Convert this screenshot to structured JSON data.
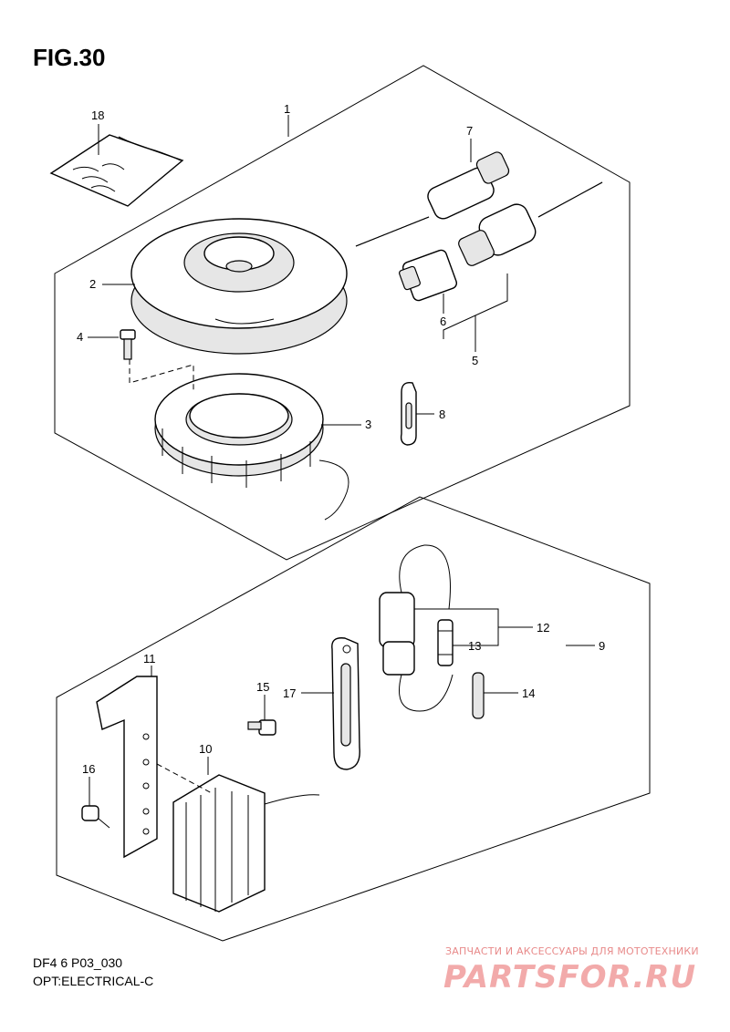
{
  "figure": {
    "title": "FIG.30"
  },
  "callouts": [
    "1",
    "2",
    "3",
    "4",
    "5",
    "6",
    "7",
    "8",
    "9",
    "10",
    "11",
    "12",
    "13",
    "14",
    "15",
    "16",
    "17",
    "18"
  ],
  "footer": {
    "line1": "DF4 6 P03_030",
    "line2": "OPT:ELECTRICAL-C"
  },
  "watermark": {
    "tagline": "ЗАПЧАСТИ И АКСЕССУАРЫ ДЛЯ МОТОТЕХНИКИ",
    "brand": "PARTSFOR.RU"
  }
}
